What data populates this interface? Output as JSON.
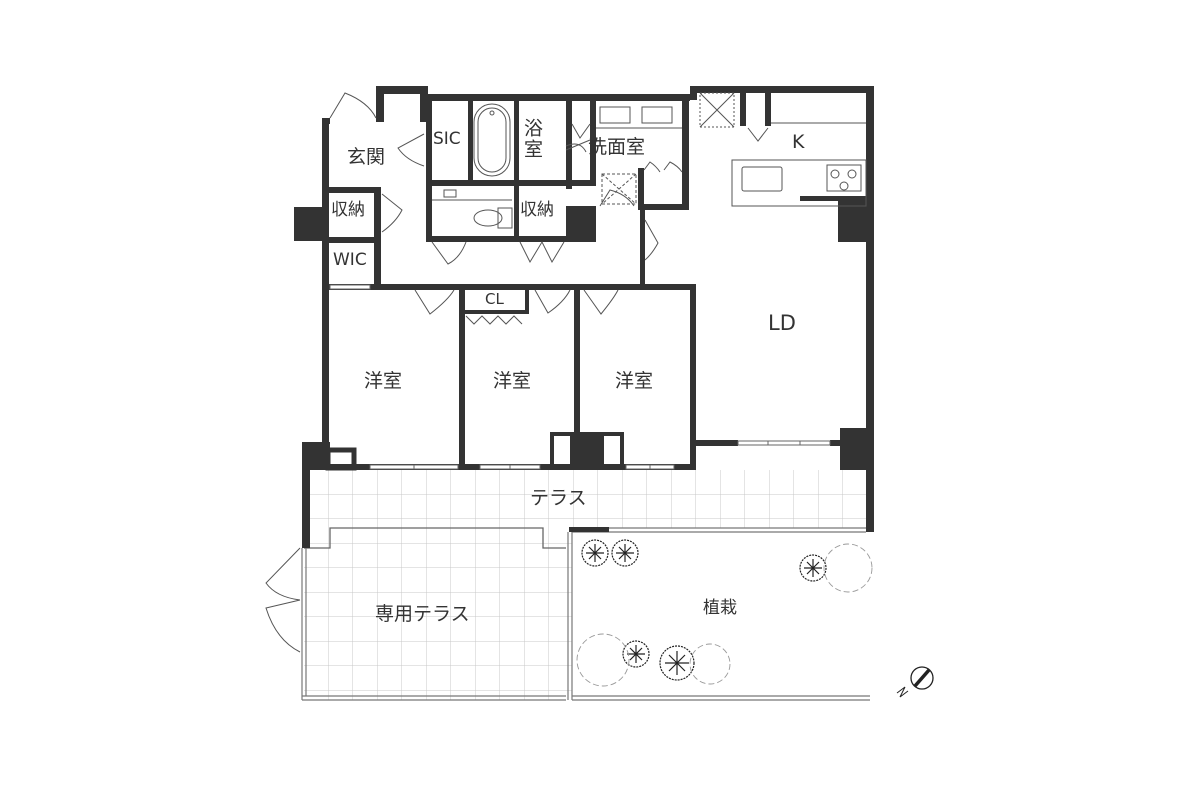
{
  "plan": {
    "rooms": {
      "genkan": "玄関",
      "sic": "SIC",
      "bath": "浴室",
      "washroom": "洗面室",
      "storage_1": "収納",
      "storage_2": "収納",
      "wic": "WIC",
      "kitchen": "K",
      "ld": "LD",
      "closet": "CL",
      "western_1": "洋室",
      "western_2": "洋室",
      "western_3": "洋室",
      "terrace": "テラス",
      "private_terrace": "専用テラス",
      "planting": "植栽"
    },
    "compass": {
      "label": "N"
    },
    "colors": {
      "wall": "#333333",
      "line": "#555555",
      "grid": "#cccccc",
      "background": "#ffffff"
    }
  }
}
